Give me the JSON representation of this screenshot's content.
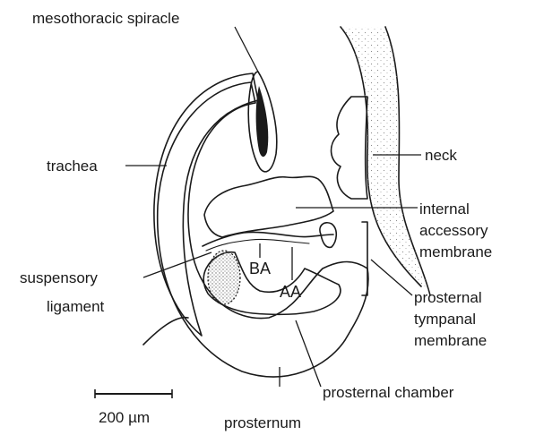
{
  "labels": {
    "mesothoracic_spiracle": "mesothoracic spiracle",
    "trachea": "trachea",
    "neck": "neck",
    "internal_accessory_membrane": [
      "internal",
      "accessory",
      "membrane"
    ],
    "suspensory_ligament": [
      "suspensory",
      "ligament"
    ],
    "ba": "BA",
    "aa": "AA",
    "prosternal_tympanal_membrane": [
      "prosternal",
      "tympanal",
      "membrane"
    ],
    "prosternal_chamber": "prosternal chamber",
    "prosternum": "prosternum"
  },
  "scale_bar": {
    "label": "200 µm"
  },
  "colors": {
    "ink": "#1a1a1a",
    "stipple": "#8a8a8a",
    "background": "#ffffff"
  }
}
